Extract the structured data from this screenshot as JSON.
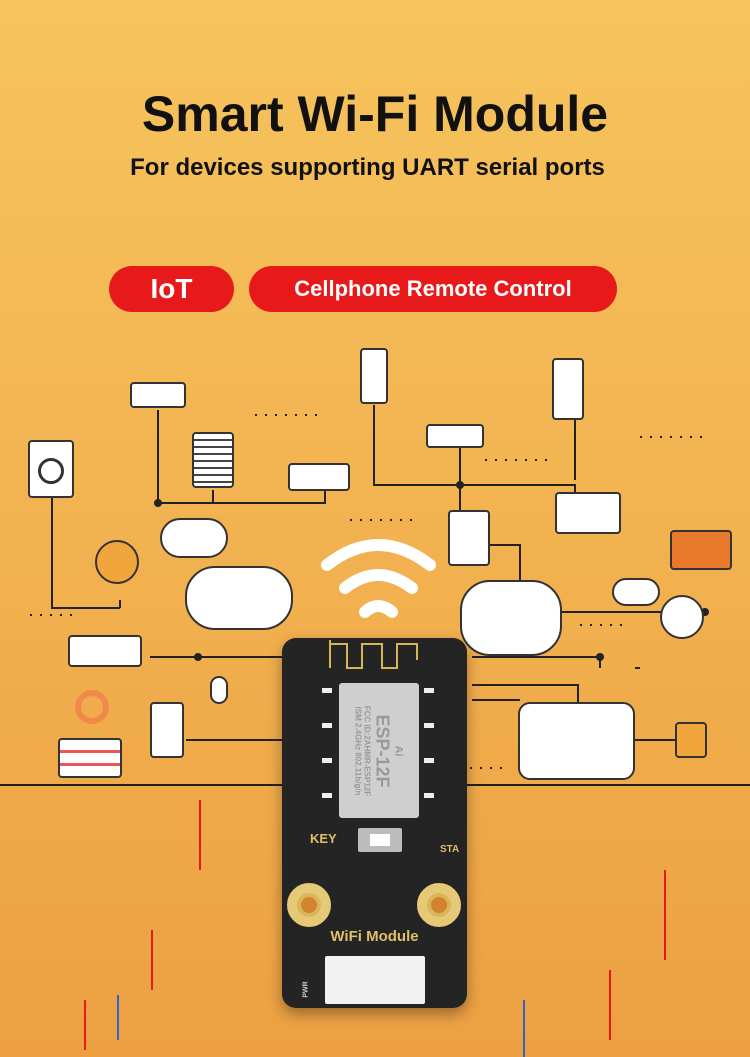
{
  "header": {
    "title": "Smart Wi-Fi Module",
    "subtitle": "For devices supporting UART serial ports"
  },
  "tags": {
    "iot": "IoT",
    "remote": "Cellphone Remote Control"
  },
  "module": {
    "key_label": "KEY",
    "sta_label": "STA",
    "name_label": "WiFi Module",
    "pwr_label": "PWR",
    "chip_model": "ESP-12F",
    "chip_fcc": "FCC ID:2AHMR-ESP12F",
    "chip_band": "ISM 2.4GHz 802.11b/g/n",
    "chip_brand": "Ai"
  },
  "colors": {
    "accent": "#e8191a",
    "background": "#f3b452",
    "pcb": "#242424",
    "silk": "#e1bf6a"
  }
}
